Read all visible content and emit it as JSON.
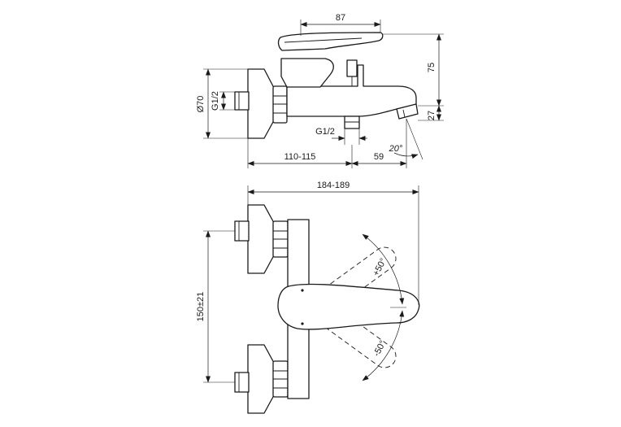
{
  "dimensions": {
    "lever_length": "87",
    "height_lever": "75",
    "height_spout": "27",
    "flange_diameter": "Ø70",
    "inlet_thread": "G1/2",
    "outlet_thread": "G1/2",
    "wall_to_outlet": "110-115",
    "outlet_to_spout": "59",
    "spout_angle": "20°",
    "total_depth": "184-189",
    "inlet_spacing": "150±21",
    "rotation_plus": "+50°",
    "rotation_minus": "-50°"
  }
}
